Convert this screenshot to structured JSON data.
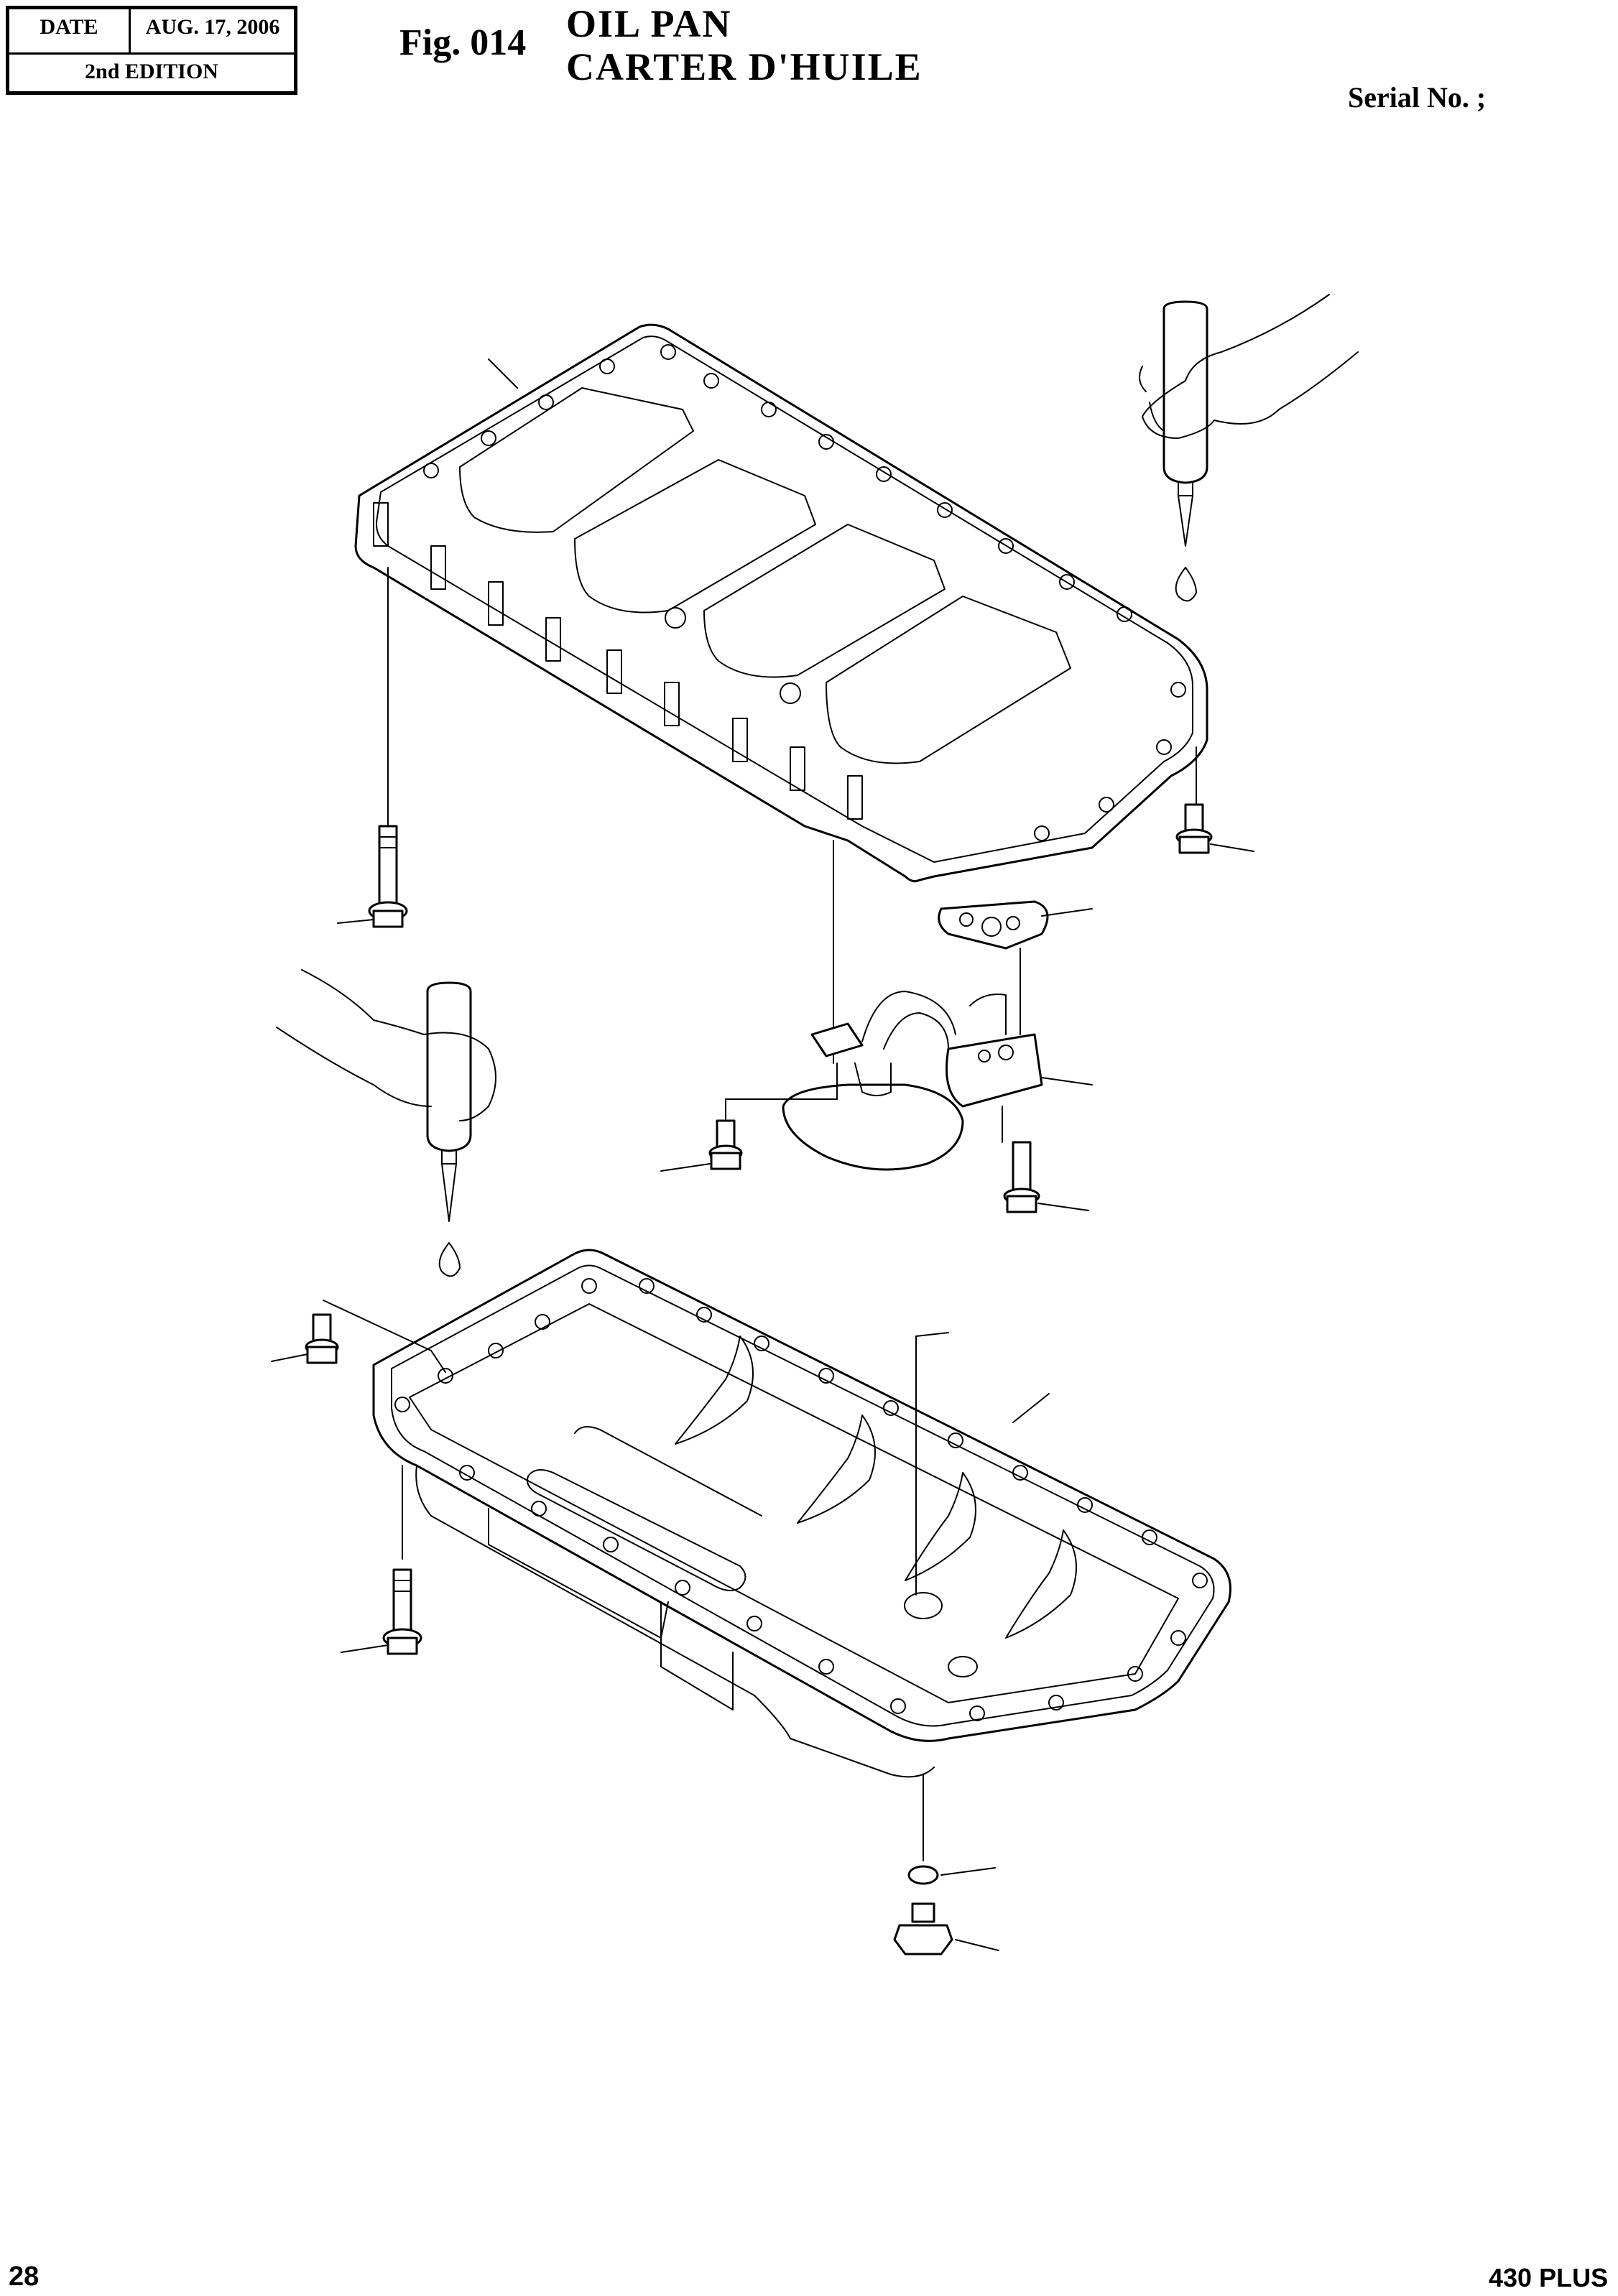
{
  "header": {
    "date_label": "DATE",
    "date_value": "AUG. 17, 2006",
    "edition": "2nd EDITION",
    "figure_number": "Fig. 014",
    "title_en": "OIL  PAN",
    "title_fr": "CARTER  D'HUILE",
    "serial_label": "Serial No. ;"
  },
  "footer": {
    "page_number": "28",
    "model": "430 PLUS"
  }
}
